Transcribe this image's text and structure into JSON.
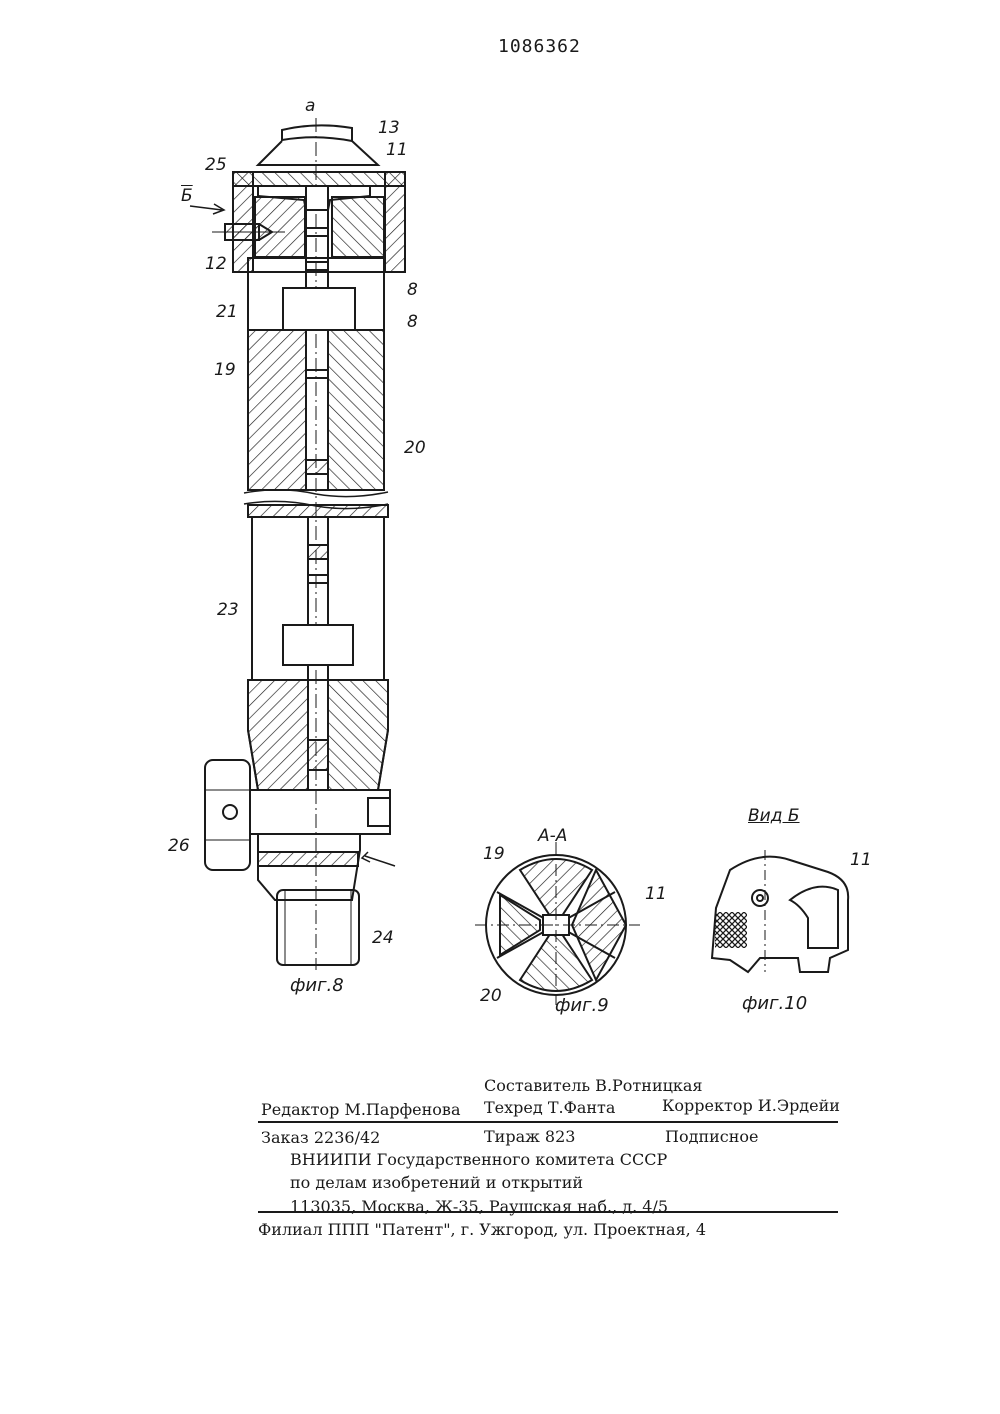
{
  "header": {
    "patent_number": "1086362"
  },
  "figures": {
    "fig8": {
      "caption": "фиг.8",
      "labels": {
        "a": "а",
        "b": "Б",
        "n13": "13",
        "n11": "11",
        "n25": "25",
        "n12": "12",
        "n8a": "8",
        "n8b": "8",
        "n21": "21",
        "n19": "19",
        "n20": "20",
        "n23": "23",
        "n26": "26",
        "n24": "24"
      }
    },
    "fig9": {
      "caption": "фиг.9",
      "section": "А-А",
      "labels": {
        "n19": "19",
        "n11": "11",
        "n20": "20"
      }
    },
    "fig10": {
      "caption": "фиг.10",
      "view": "Вид Б",
      "labels": {
        "n11": "11"
      }
    }
  },
  "imprint": {
    "compiler": "Составитель В.Ротницкая",
    "editor": "Редактор М.Парфенова",
    "techred": "Техред Т.Фанта",
    "corrector": "Корректор И.Эрдейи",
    "order": "Заказ 2236/42",
    "circulation": "Тираж 823",
    "subscription": "Подписное",
    "org_line1": "ВНИИПИ Государственного комитета СССР",
    "org_line2": "по делам изобретений и открытий",
    "address": "113035, Москва, Ж-35, Раушская наб., д. 4/5",
    "branch": "Филиал ППП \"Патент\", г. Ужгород, ул. Проектная, 4"
  }
}
